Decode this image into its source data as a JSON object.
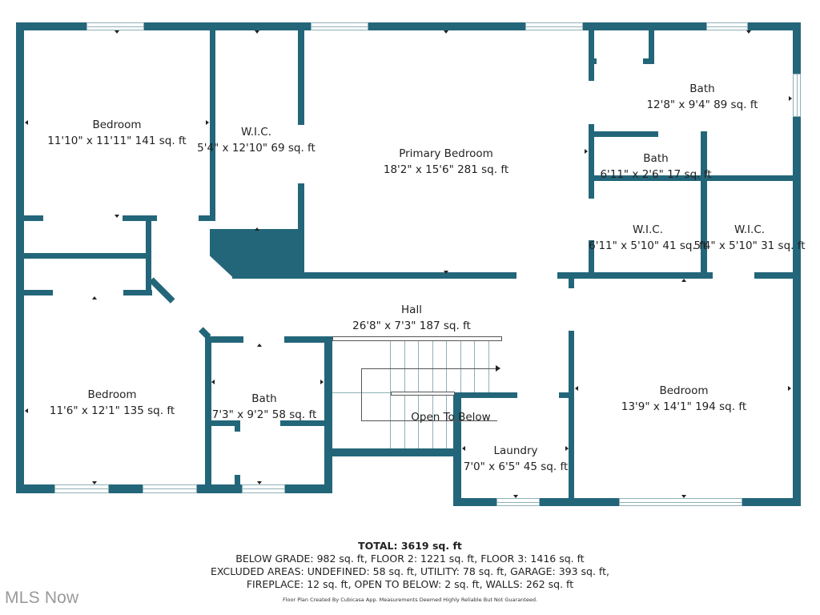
{
  "floor_plan": {
    "wall_color": "#23667a",
    "rooms": [
      {
        "id": "bedroom-nw",
        "name": "Bedroom",
        "dimensions": "11'10\" x 11'11\" 141 sq. ft"
      },
      {
        "id": "wic-north",
        "name": "W.I.C.",
        "dimensions": "5'4\" x 12'10\" 69 sq. ft"
      },
      {
        "id": "primary-bedroom",
        "name": "Primary Bedroom",
        "dimensions": "18'2\" x 15'6\" 281 sq. ft"
      },
      {
        "id": "bath-primary",
        "name": "Bath",
        "dimensions": "12'8\" x 9'4\" 89 sq. ft"
      },
      {
        "id": "bath-small",
        "name": "Bath",
        "dimensions": "6'11\" x 2'6\" 17 sq. ft"
      },
      {
        "id": "wic-primary-1",
        "name": "W.I.C.",
        "dimensions": "6'11\" x 5'10\" 41 sq. ft"
      },
      {
        "id": "wic-primary-2",
        "name": "W.I.C.",
        "dimensions": "5'4\" x 5'10\" 31 sq. ft"
      },
      {
        "id": "hall",
        "name": "Hall",
        "dimensions": "26'8\" x 7'3\" 187 sq. ft"
      },
      {
        "id": "bedroom-sw",
        "name": "Bedroom",
        "dimensions": "11'6\" x 12'1\" 135 sq. ft"
      },
      {
        "id": "bath-hall",
        "name": "Bath",
        "dimensions": "7'3\" x 9'2\" 58 sq. ft"
      },
      {
        "id": "open-to-below",
        "name": "Open To Below",
        "dimensions": ""
      },
      {
        "id": "laundry",
        "name": "Laundry",
        "dimensions": "7'0\" x 6'5\" 45 sq. ft"
      },
      {
        "id": "bedroom-se",
        "name": "Bedroom",
        "dimensions": "13'9\" x 14'1\" 194 sq. ft"
      }
    ]
  },
  "summary": {
    "total": "TOTAL: 3619 sq. ft",
    "below_grade_line": "BELOW GRADE: 982 sq. ft, FLOOR 2: 1221 sq. ft, FLOOR 3: 1416 sq. ft",
    "excluded_line": "EXCLUDED AREAS: UNDEFINED: 58 sq. ft, UTILITY: 78 sq. ft, GARAGE: 393 sq. ft,",
    "excluded_line_2": "FIREPLACE: 12 sq. ft, OPEN TO BELOW: 2 sq. ft, WALLS: 262 sq. ft",
    "credit": "Floor Plan Created By Cubicasa App. Measurements Deemed Highly Reliable But Not Guaranteed."
  },
  "logo": {
    "text": "MLS Now"
  }
}
